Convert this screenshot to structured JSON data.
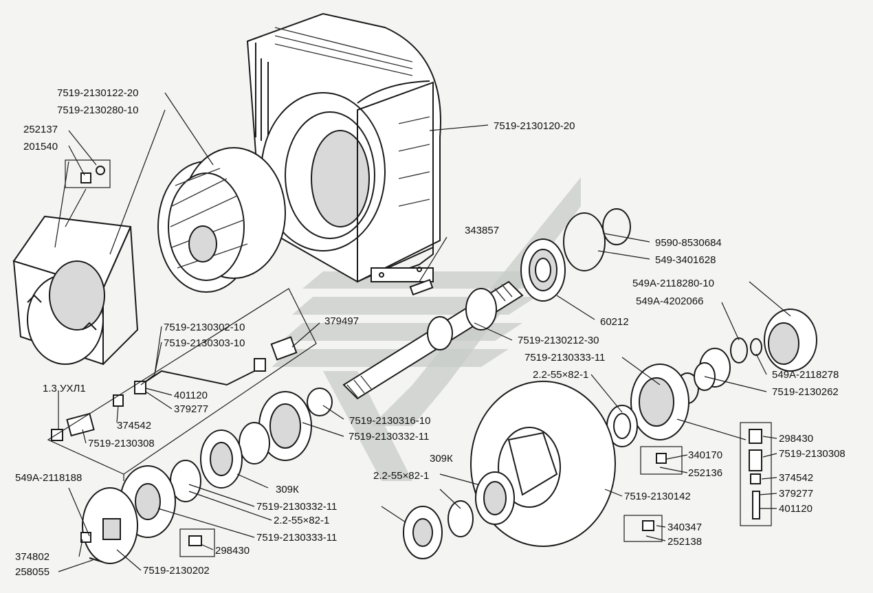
{
  "labels": {
    "l1": "7519-2130122-20",
    "l2": "7519-2130280-10",
    "l3": "252137",
    "l4": "201540",
    "l5": "7519-2130120-20",
    "l6": "9590-8530684",
    "l7": "549-3401628",
    "l8": "343857",
    "l9": "549А-2118280-10",
    "l10": "549А-4202066",
    "l11": "379497",
    "l12": "7519-2130302-10",
    "l13": "7519-2130303-10",
    "l14": "60212",
    "l15": "7519-2130212-30",
    "l16": "7519-2130333-11",
    "l17": "549А-2118278",
    "l18": "2.2-55×82-1",
    "l19": "7519-2130262",
    "l20": "1.3.УХЛ1",
    "l21": "401120",
    "l22": "379277",
    "l23": "7519-2130316-10",
    "l24": "374542",
    "l25": "7519-2130332-11",
    "l26": "7519-2130308",
    "l27": "298430",
    "l28": "7519-2130308",
    "l29": "340170",
    "l30": "252136",
    "l31": "309К",
    "l32": "374542",
    "l33": "549А-2118188",
    "l34": "2.2-55×82-1",
    "l35": "309К",
    "l36": "379277",
    "l37": "7519-2130142",
    "l38": "401120",
    "l39": "7519-2130332-11",
    "l40": "2.2-55×82-1",
    "l41": "340347",
    "l42": "7519-2130333-11",
    "l43": "252138",
    "l44": "374802",
    "l45": "298430",
    "l46": "258055",
    "l47": "7519-2130202"
  }
}
